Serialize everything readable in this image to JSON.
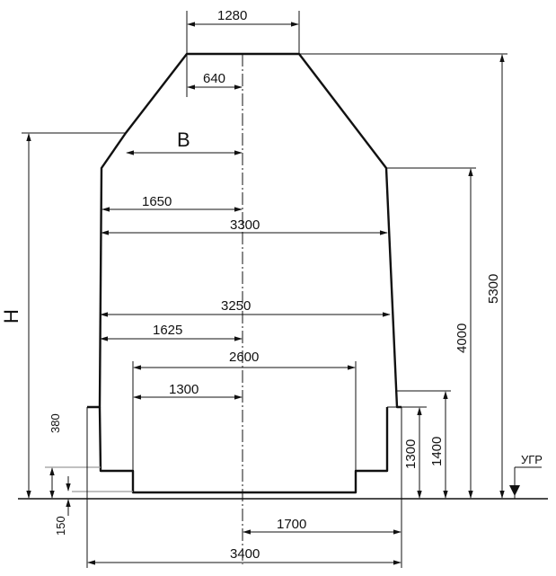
{
  "labels": {
    "top_width": "1280",
    "top_half": "640",
    "b_label": "B",
    "h_label": "H",
    "w1650": "1650",
    "w3300": "3300",
    "w3250": "3250",
    "w1625": "1625",
    "w2600": "2600",
    "w1300": "1300",
    "w1700": "1700",
    "w3400": "3400",
    "h380": "380",
    "h150": "150",
    "h1300": "1300",
    "h1400": "1400",
    "h4000": "4000",
    "h5300": "5300",
    "ugr": "УГР"
  }
}
